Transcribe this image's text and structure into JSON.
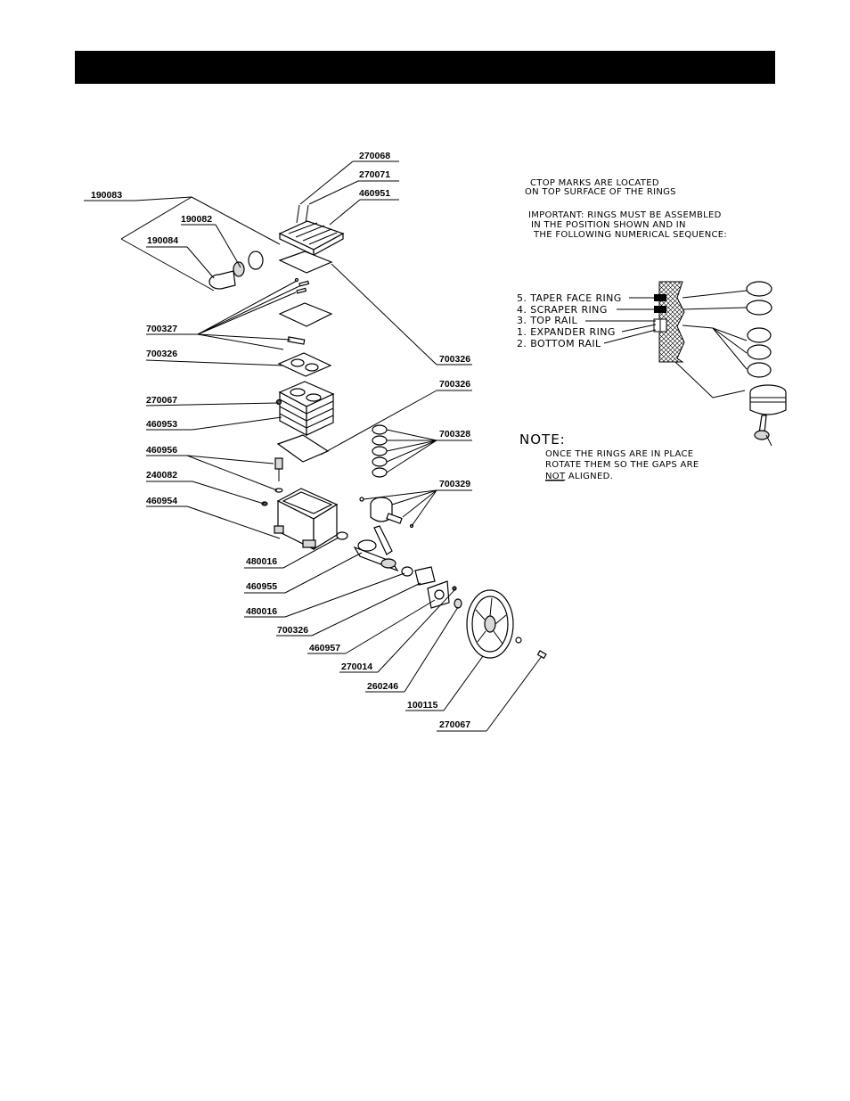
{
  "part_labels": {
    "p270068": "270068",
    "p270071": "270071",
    "p460951": "460951",
    "p190083": "190083",
    "p190082": "190082",
    "p190084": "190084",
    "p700327": "700327",
    "p700326a": "700326",
    "p700326b": "700326",
    "p700326c": "700326",
    "p270067a": "270067",
    "p460953": "460953",
    "p700328": "700328",
    "p460956": "460956",
    "p240082": "240082",
    "p700329": "700329",
    "p460954": "460954",
    "p480016a": "480016",
    "p460955": "460955",
    "p480016b": "480016",
    "p700326d": "700326",
    "p460957": "460957",
    "p270014": "270014",
    "p260246": "260246",
    "p100115": "100115",
    "p270067b": "270067"
  },
  "notes": {
    "top_marks_1": "CTOP MARKS ARE LOCATED",
    "top_marks_2": "ON TOP SURFACE OF THE RINGS",
    "important_1": "IMPORTANT: RINGS MUST BE ASSEMBLED",
    "important_2": "IN THE POSITION SHOWN AND IN",
    "important_3": "THE FOLLOWING NUMERICAL SEQUENCE:",
    "note_title": "NOTE:",
    "note_1": "ONCE THE RINGS ARE IN PLACE",
    "note_2": "ROTATE THEM SO THE GAPS ARE",
    "note_3_not": "NOT",
    "note_3_rest": " ALIGNED."
  },
  "rings": [
    "5. TAPER FACE RING",
    "4. SCRAPER RING",
    "3. TOP RAIL",
    "1. EXPANDER RING",
    "2. BOTTOM RAIL"
  ]
}
